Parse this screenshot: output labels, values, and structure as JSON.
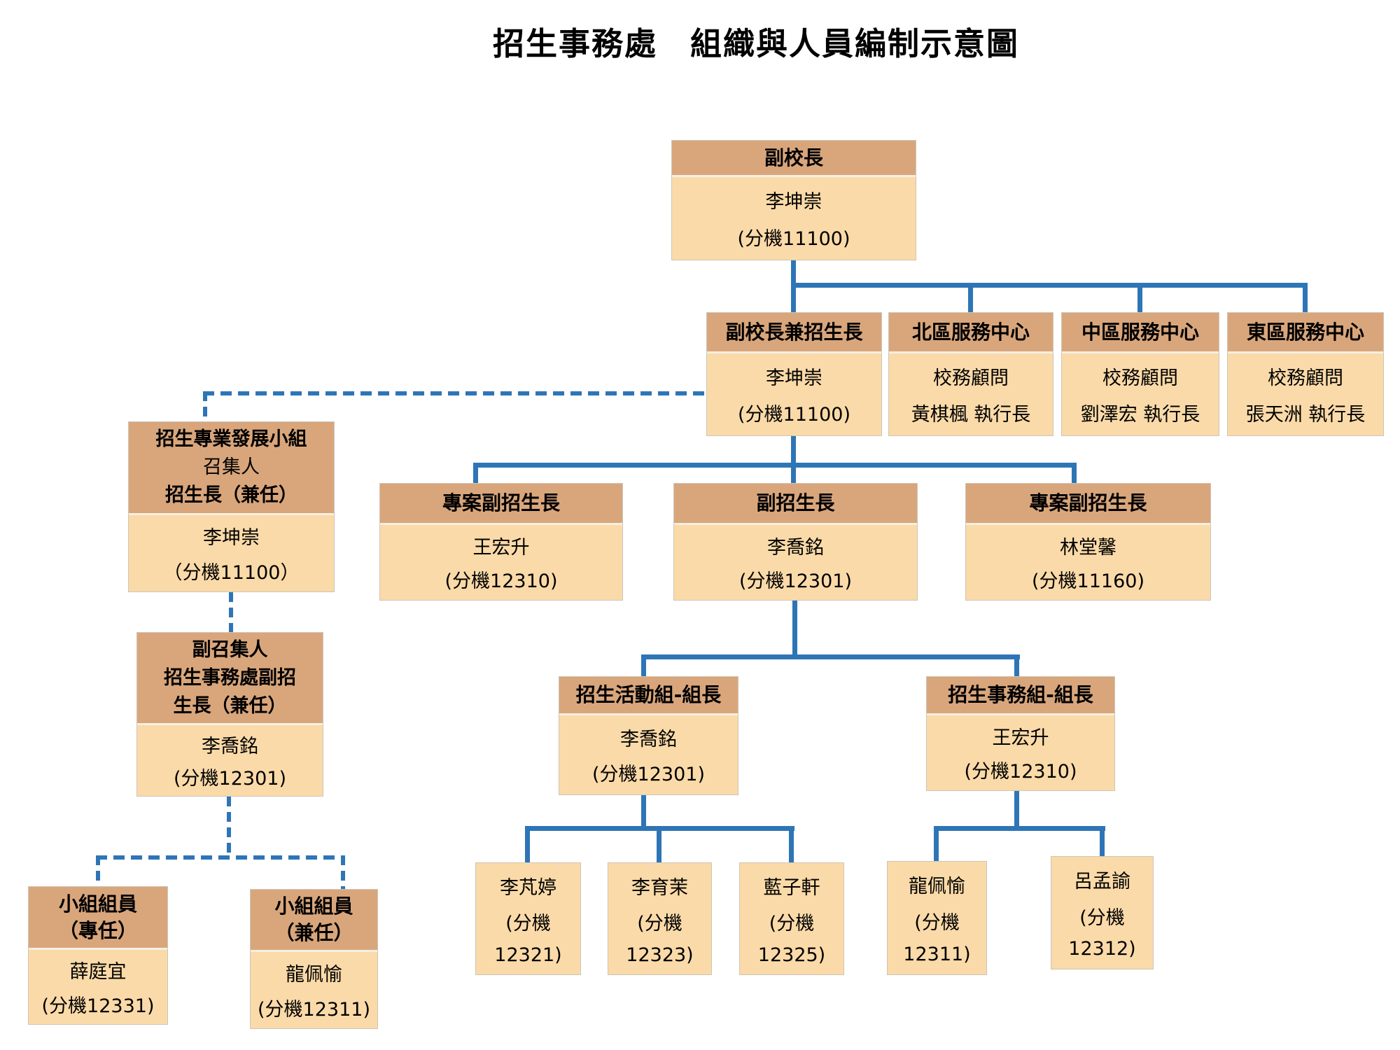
{
  "title": "招生事務處　組織與人員編制示意圖",
  "colors": {
    "header_fill": "#D9A67C",
    "body_fill": "#FADAA8",
    "connector_blue": "#2E75B6",
    "text_color": "#000000"
  },
  "nodes": {
    "vice_president": {
      "title": "副校長",
      "name": "李坤崇",
      "ext": "(分機11100)"
    },
    "vp_admissions": {
      "title": "副校長兼招生長",
      "name": "李坤崇",
      "ext": "(分機11100)"
    },
    "north_center": {
      "title": "北區服務中心",
      "role": "校務顧問",
      "name": "黃棋楓 執行長"
    },
    "central_center": {
      "title": "中區服務中心",
      "role": "校務顧問",
      "name": "劉澤宏 執行長"
    },
    "east_center": {
      "title": "東區服務中心",
      "role": "校務顧問",
      "name": "張天洲 執行長"
    },
    "dev_group": {
      "title_line1": "招生專業發展小組",
      "title_line2": "召集人",
      "title_line3": "招生長（兼任）",
      "name": "李坤崇",
      "ext": "（分機11100）"
    },
    "deputy_convener": {
      "title_line1": "副召集人",
      "title_line2": "招生事務處副招",
      "title_line3": "生長（兼任）",
      "name": "李喬銘",
      "ext": "(分機12301)"
    },
    "project_deputy_left": {
      "title": "專案副招生長",
      "name": "王宏升",
      "ext": "(分機12310)"
    },
    "deputy_director": {
      "title": "副招生長",
      "name": "李喬銘",
      "ext": "(分機12301)"
    },
    "project_deputy_right": {
      "title": "專案副招生長",
      "name": "林堂馨",
      "ext": "(分機11160)"
    },
    "activity_group": {
      "title": "招生活動組-組長",
      "name": "李喬銘",
      "ext": "(分機12301)"
    },
    "affairs_group": {
      "title": "招生事務組-組長",
      "name": "王宏升",
      "ext": "(分機12310)"
    },
    "staff_li_fan_ting": {
      "name": "李芃婷",
      "ext_line1": "(分機",
      "ext_line2": "12321)"
    },
    "staff_li_yu_mo": {
      "name": "李育茉",
      "ext_line1": "(分機",
      "ext_line2": "12323)"
    },
    "staff_lan_zi_xuan": {
      "name": "藍子軒",
      "ext_line1": "(分機",
      "ext_line2": "12325)"
    },
    "staff_long_pei_yu": {
      "name": "龍佩愉",
      "ext_line1": "(分機",
      "ext_line2": "12311)"
    },
    "staff_lu_meng_yu": {
      "name": "呂孟諭",
      "ext_line1": "(分機",
      "ext_line2": "12312)"
    },
    "team_member_full": {
      "title_line1": "小組組員",
      "title_line2": "（專任）",
      "name": "薛庭宜",
      "ext": "(分機12331)"
    },
    "team_member_adjunct": {
      "title_line1": "小組組員",
      "title_line2": "（兼任）",
      "name": "龍佩愉",
      "ext": "(分機12311)"
    }
  }
}
